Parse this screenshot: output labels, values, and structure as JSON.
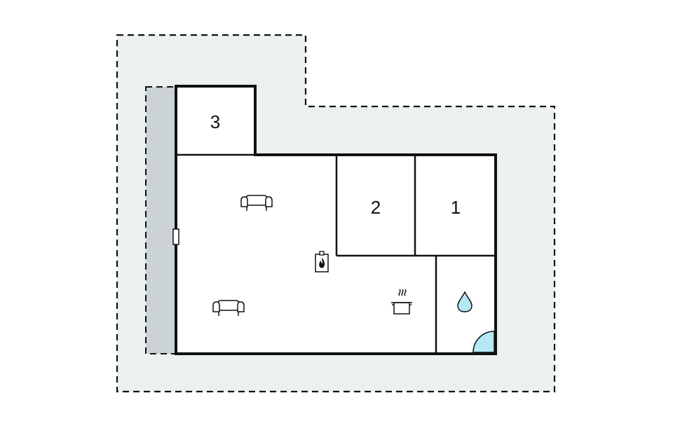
{
  "rooms": [
    {
      "label": "3",
      "type": "bedroom"
    },
    {
      "label": "2",
      "type": "bedroom"
    },
    {
      "label": "1",
      "type": "bedroom"
    }
  ],
  "icons": [
    {
      "name": "sofa-icon",
      "room": "living-room"
    },
    {
      "name": "sofa-icon",
      "room": "living-room"
    },
    {
      "name": "fireplace-icon",
      "room": "living-room"
    },
    {
      "name": "kitchen-pot-icon",
      "room": "kitchen"
    },
    {
      "name": "water-drop-icon",
      "room": "bathroom"
    },
    {
      "name": "shower-icon",
      "room": "bathroom"
    }
  ],
  "colors": {
    "terrace_fill": "#ebf0f0",
    "veranda_fill": "#cbd3d5",
    "wall": "#111111",
    "water": "#b4e9f4"
  }
}
